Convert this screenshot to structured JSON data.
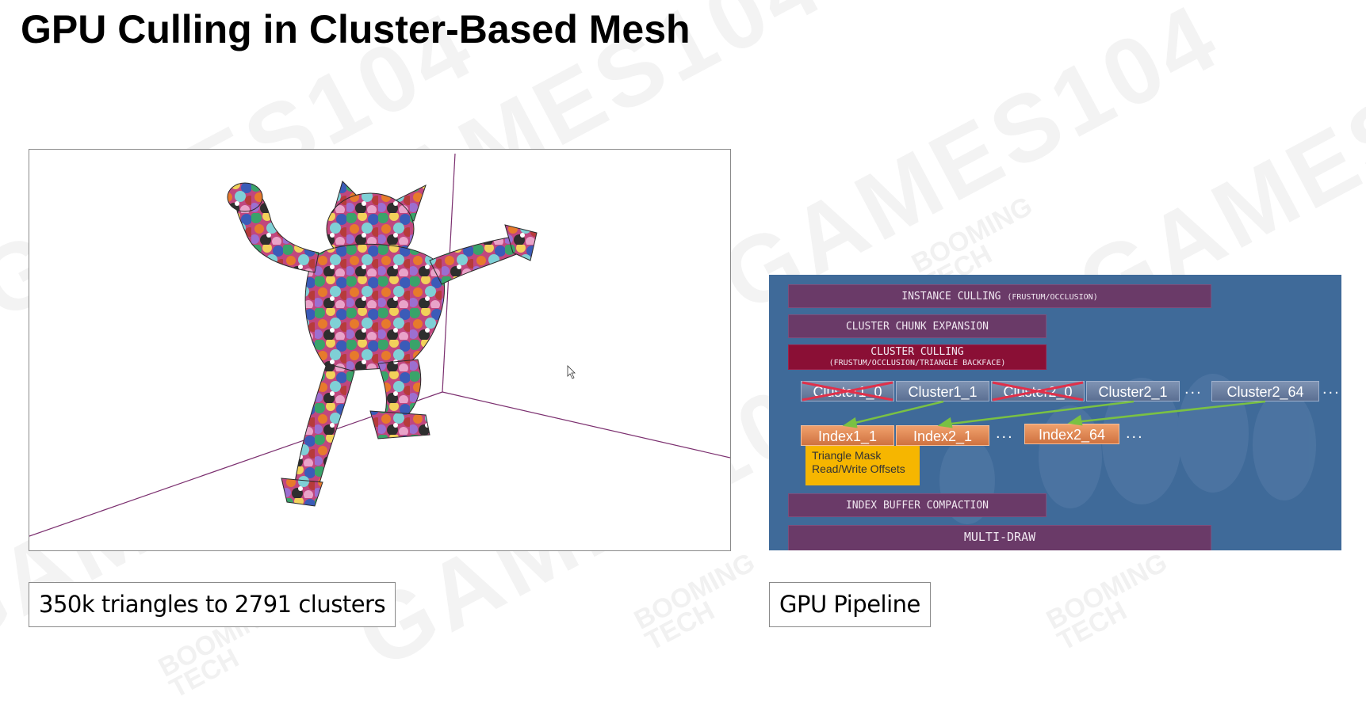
{
  "slide": {
    "title": "GPU Culling in Cluster-Based Mesh"
  },
  "watermark": {
    "text": "GAMES104",
    "brand_line1": "BOOMING",
    "brand_line2": "TECH"
  },
  "captions": {
    "left": "350k triangles to 2791 clusters",
    "right": "GPU Pipeline"
  },
  "pipeline": {
    "instance_culling": "INSTANCE CULLING",
    "instance_culling_sub": "(FRUSTUM/OCCLUSION)",
    "chunk_expansion": "CLUSTER CHUNK EXPANSION",
    "cluster_culling": "CLUSTER CULLING",
    "cluster_culling_sub": "(FRUSTUM/OCCLUSION/TRIANGLE BACKFACE)",
    "clusters": [
      {
        "label": "Cluster1_0",
        "culled": true
      },
      {
        "label": "Cluster1_1",
        "culled": false
      },
      {
        "label": "Cluster2_0",
        "culled": true
      },
      {
        "label": "Cluster2_1",
        "culled": false
      },
      {
        "label": "Cluster2_64",
        "culled": false
      }
    ],
    "indices": [
      "Index1_1",
      "Index2_1",
      "Index2_64"
    ],
    "ellipsis": "...",
    "mask_line1": "Triangle Mask",
    "mask_line2": "Read/Write Offsets",
    "index_compaction": "INDEX BUFFER COMPACTION",
    "multi_draw": "MULTI-DRAW"
  },
  "colors": {
    "stage_purple": "#6a3a68",
    "stage_red": "#8a0f35",
    "cluster_blue": "#6f83a6",
    "index_orange": "#e08a55",
    "mask_yellow": "#f6b600",
    "arrow_green": "#7ac143",
    "cull_red": "#e0304a"
  }
}
